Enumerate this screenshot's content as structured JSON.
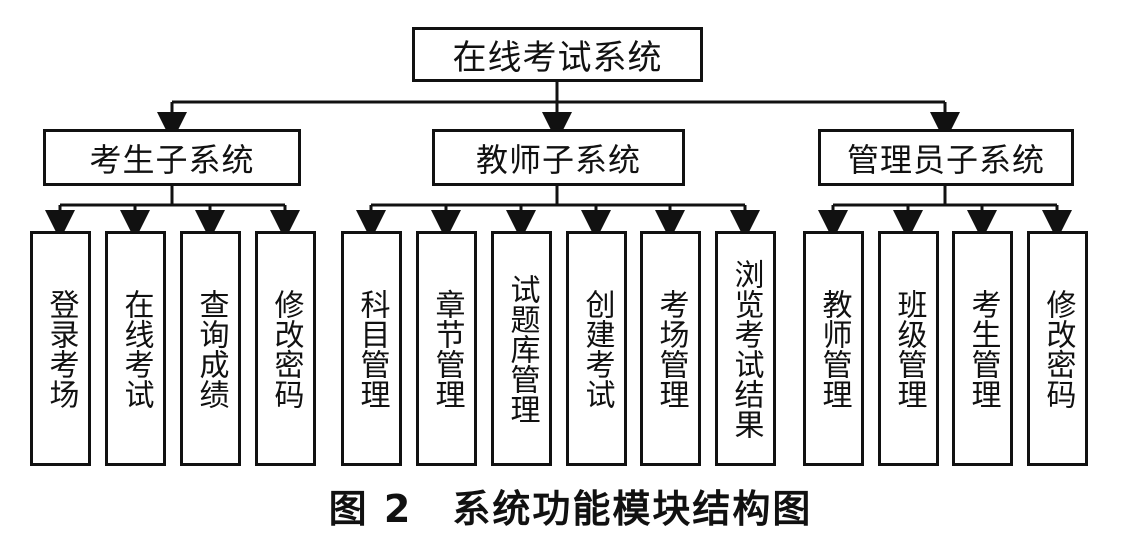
{
  "root": {
    "label": "在线考试系统"
  },
  "subsystems": [
    {
      "label": "考生子系统",
      "modules": [
        "登录考场",
        "在线考试",
        "查询成绩",
        "修改密码"
      ]
    },
    {
      "label": "教师子系统",
      "modules": [
        "科目管理",
        "章节管理",
        "试题库管理",
        "创建考试",
        "考场管理",
        "浏览考试结果"
      ]
    },
    {
      "label": "管理员子系统",
      "modules": [
        "教师管理",
        "班级管理",
        "考生管理",
        "修改密码"
      ]
    }
  ],
  "caption": "图 2　系统功能模块结构图"
}
